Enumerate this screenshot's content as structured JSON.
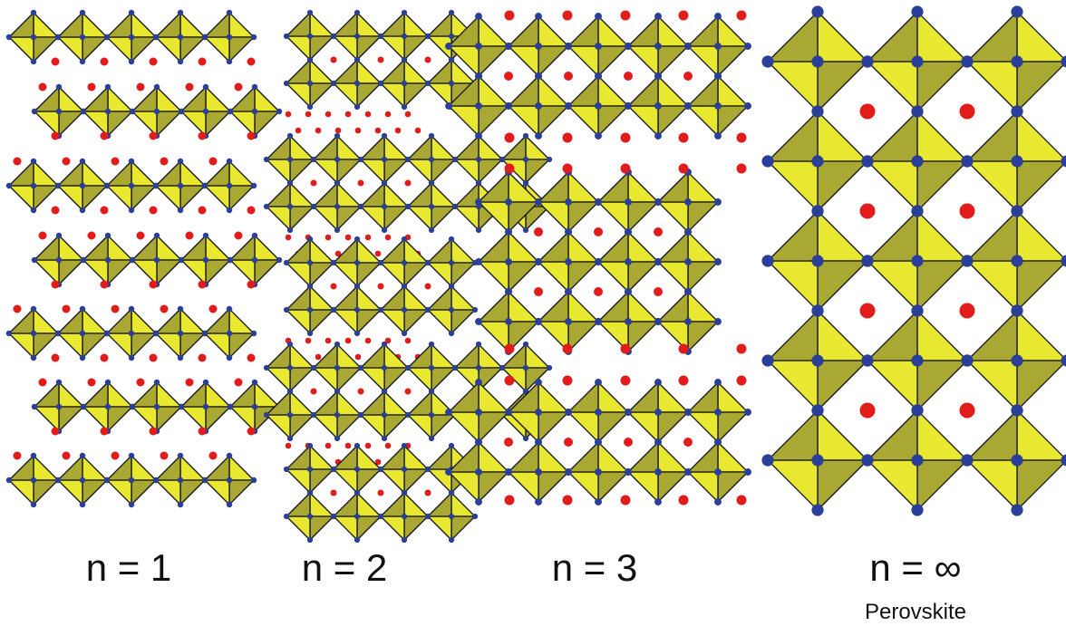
{
  "panels": [
    {
      "id": "n1",
      "label": "n = 1",
      "sublabel": ""
    },
    {
      "id": "n2",
      "label": "n = 2",
      "sublabel": ""
    },
    {
      "id": "n3",
      "label": "n = 3",
      "sublabel": ""
    },
    {
      "id": "ninf",
      "label": "n = ∞",
      "sublabel": "Perovskite"
    }
  ],
  "colors": {
    "octahedron_light": "#e8e830",
    "octahedron_dark": "#a8a832",
    "edge": "#111111",
    "oxygen_atom": "#2a3f9a",
    "a_site_cation": "#e21b1b"
  },
  "icons": {
    "octahedron": "yellow-octahedron-shape",
    "oxygen": "blue-sphere",
    "cation": "red-sphere"
  }
}
